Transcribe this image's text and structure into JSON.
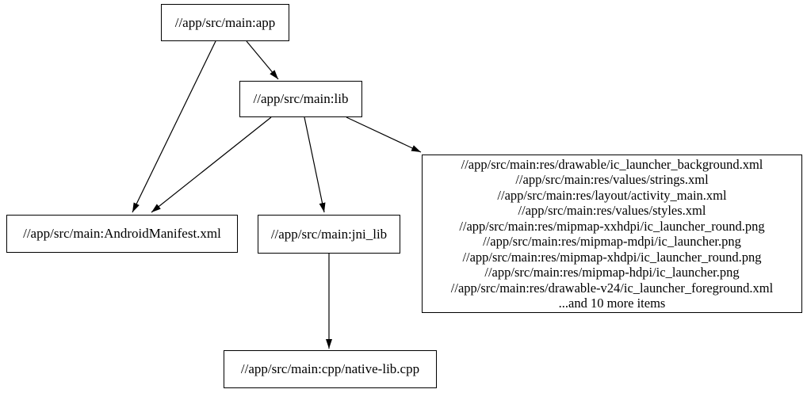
{
  "diagram": {
    "type": "dependency-graph",
    "background_color": "#ffffff",
    "node_border_color": "#000000",
    "edge_color": "#000000",
    "text_color": "#000000",
    "nodes": [
      {
        "id": "app",
        "label": "//app/src/main:app"
      },
      {
        "id": "lib",
        "label": "//app/src/main:lib"
      },
      {
        "id": "android_manifest",
        "label": "//app/src/main:AndroidManifest.xml"
      },
      {
        "id": "jni_lib",
        "label": "//app/src/main:jni_lib"
      },
      {
        "id": "res_files",
        "lines": [
          "//app/src/main:res/drawable/ic_launcher_background.xml",
          "//app/src/main:res/values/strings.xml",
          "//app/src/main:res/layout/activity_main.xml",
          "//app/src/main:res/values/styles.xml",
          "//app/src/main:res/mipmap-xxhdpi/ic_launcher_round.png",
          "//app/src/main:res/mipmap-mdpi/ic_launcher.png",
          "//app/src/main:res/mipmap-xhdpi/ic_launcher_round.png",
          "//app/src/main:res/mipmap-hdpi/ic_launcher.png",
          "//app/src/main:res/drawable-v24/ic_launcher_foreground.xml",
          "...and 10 more items"
        ]
      },
      {
        "id": "native_lib_cpp",
        "label": "//app/src/main:cpp/native-lib.cpp"
      }
    ],
    "edges": [
      {
        "from": "app",
        "to": "lib"
      },
      {
        "from": "app",
        "to": "android_manifest"
      },
      {
        "from": "lib",
        "to": "android_manifest"
      },
      {
        "from": "lib",
        "to": "jni_lib"
      },
      {
        "from": "lib",
        "to": "res_files"
      },
      {
        "from": "jni_lib",
        "to": "native_lib_cpp"
      }
    ]
  }
}
